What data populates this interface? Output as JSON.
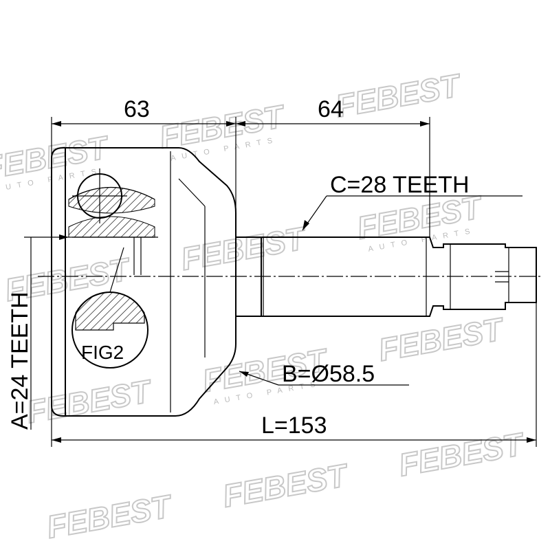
{
  "watermark": {
    "brand": "FEBEST",
    "tagline": "AUTO PARTS"
  },
  "dimensions": {
    "outer_length": "63",
    "shaft_length": "64",
    "spline_outer": "C=28 TEETH",
    "diameter": "B=Ø58.5",
    "total_length": "L=153",
    "spline_inner": "A=24 TEETH"
  },
  "figure_label": "FIG2"
}
